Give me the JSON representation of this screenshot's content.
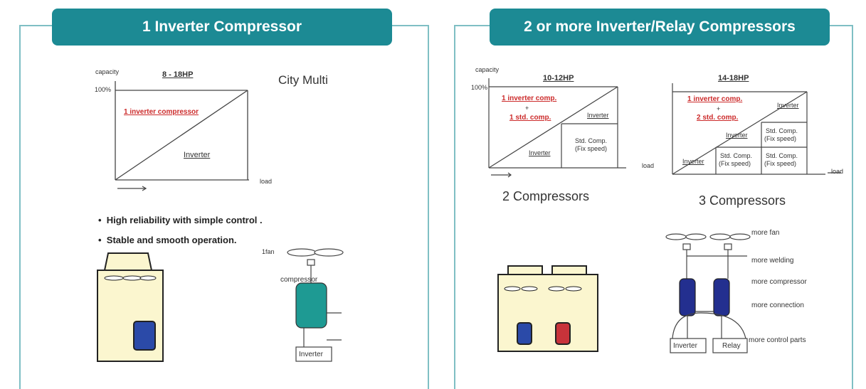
{
  "left": {
    "header": "1 Inverter Compressor",
    "city_multi": "City Multi",
    "chart": {
      "ylabel": "capacity",
      "ytick": "100%",
      "hp": "8 - 18HP",
      "red_label": "1 inverter compressor",
      "area_label": "Inverter",
      "xlabel": "load"
    },
    "bullets": [
      "High reliability with simple control .",
      "Stable and smooth operation."
    ],
    "fan_label": "1fan",
    "compressor_label": "compressor",
    "inverter_box": "Inverter"
  },
  "right": {
    "header": "2 or more  Inverter/Relay  Compressors",
    "chart1": {
      "ylabel": "capacity",
      "ytick": "100%",
      "hp": "10-12HP",
      "red1": "1 inverter comp.",
      "plus": "+",
      "red2": "1 std. comp.",
      "inv_top": "Inverter",
      "inv_bottom": "Inverter",
      "std": "Std. Comp.",
      "fix": "(Fix speed)",
      "xlabel": "load",
      "caption": "2 Compressors"
    },
    "chart2": {
      "hp": "14-18HP",
      "red1": "1 inverter comp.",
      "plus": "+",
      "red2": "2 std. comp.",
      "inv_top": "Inverter",
      "inv_mid": "Inverter",
      "inv_bottom": "Inverter",
      "std": "Std. Comp.",
      "fix": "(Fix speed)",
      "xlabel": "load",
      "caption": "3 Compressors"
    },
    "more": [
      "more fan",
      "more welding",
      "more compressor",
      "more connection",
      "more control parts"
    ],
    "inverter_box": "Inverter",
    "relay_box": "Relay"
  },
  "colors": {
    "header": "#1c8a94",
    "border": "#7fbfc4",
    "unit": "#fbf6cf",
    "blue": "#2b4aa8",
    "red": "#c8333a",
    "teal": "#1e9a93",
    "navy": "#232f8f"
  }
}
